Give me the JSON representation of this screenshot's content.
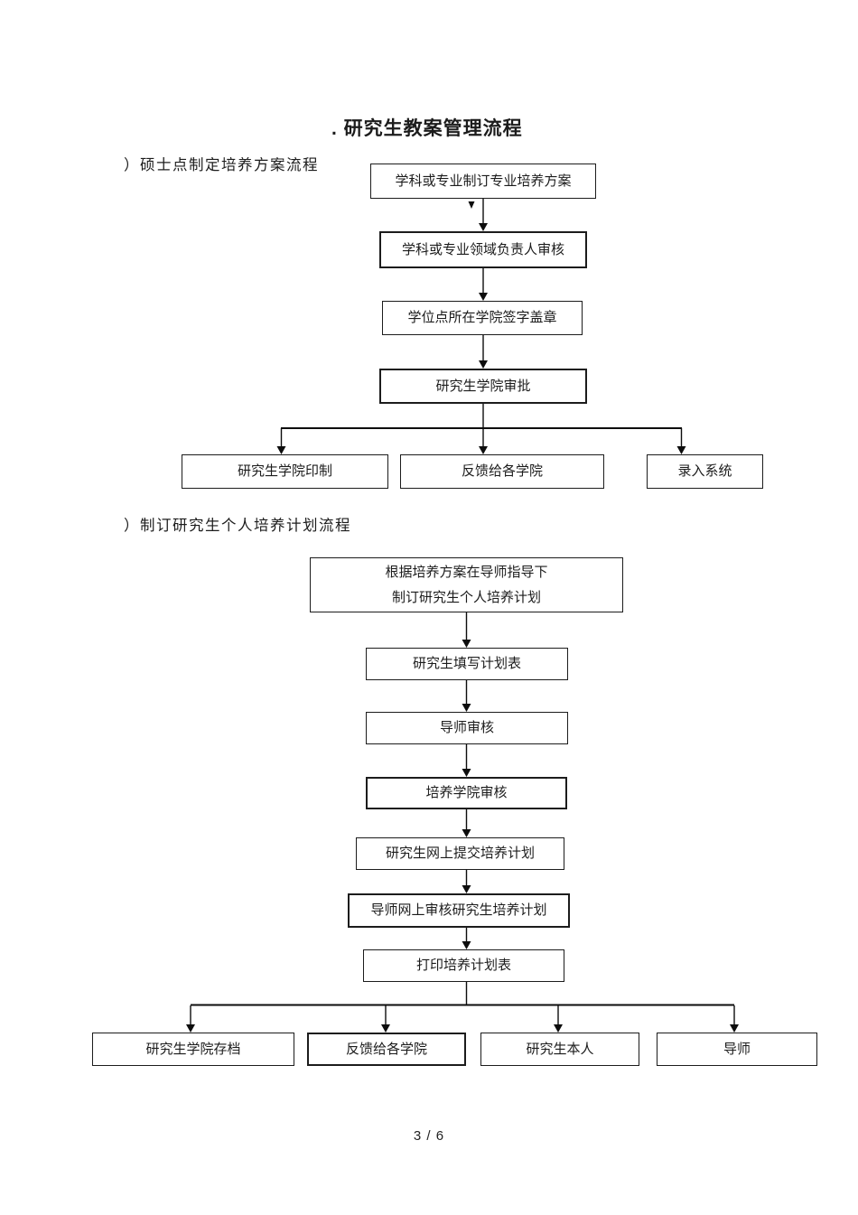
{
  "document": {
    "title": ". 研究生教案管理流程"
  },
  "colors": {
    "ink": "#1c1c1c",
    "page_bg": "#ffffff"
  },
  "flow1": {
    "heading": "）硕士点制定培养方案流程",
    "nodes": [
      {
        "label": "学科或专业制订专业培养方案"
      },
      {
        "label": "学科或专业领域负责人审核"
      },
      {
        "label": "学位点所在学院签字盖章"
      },
      {
        "label": "研究生学院审批"
      },
      {
        "label": "研究生学院印制"
      },
      {
        "label": "反馈给各学院"
      },
      {
        "label": "录入系统"
      }
    ]
  },
  "flow2": {
    "heading": "）制订研究生个人培养计划流程",
    "nodes": [
      {
        "line1": "根据培养方案在导师指导下",
        "line2": "制订研究生个人培养计划"
      },
      {
        "label": "研究生填写计划表"
      },
      {
        "label": "导师审核"
      },
      {
        "label": "培养学院审核"
      },
      {
        "label": "研究生网上提交培养计划"
      },
      {
        "label": "导师网上审核研究生培养计划"
      },
      {
        "label": "打印培养计划表"
      },
      {
        "label": "研究生学院存档"
      },
      {
        "label": "反馈给各学院"
      },
      {
        "label": "研究生本人"
      },
      {
        "label": "导师"
      }
    ]
  },
  "page": {
    "number_label": "3 / 6"
  }
}
